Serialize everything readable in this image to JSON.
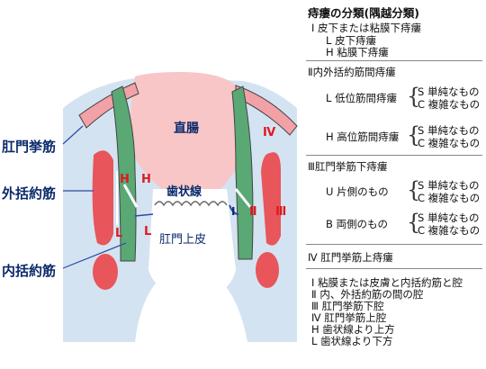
{
  "anatomy": {
    "rectum": "直腸",
    "dentate_line": "歯状線",
    "anoderm": "肛門上皮",
    "levator_ani": "肛門挙筋",
    "external_sphincter": "外括約筋",
    "internal_sphincter": "内括約筋"
  },
  "markers": {
    "H": "H",
    "L": "L",
    "I": "Ⅰ",
    "II": "Ⅱ",
    "III": "Ⅲ",
    "IV": "Ⅳ"
  },
  "classification": {
    "title": "痔瘻の分類(隅越分類)",
    "type1": {
      "label": "Ⅰ 皮下または粘膜下痔瘻",
      "sub": [
        "L 皮下痔瘻",
        "H 粘膜下痔瘻"
      ]
    },
    "type2": {
      "label": "Ⅱ内外括約筋間痔瘻",
      "groups": [
        {
          "label": "L 低位筋間痔瘻",
          "options": [
            "S 単純なもの",
            "C 複雑なもの"
          ]
        },
        {
          "label": "H 高位筋間痔瘻",
          "options": [
            "S 単純なもの",
            "C 複雑なもの"
          ]
        }
      ]
    },
    "type3": {
      "label": "Ⅲ肛門挙筋下痔瘻",
      "groups": [
        {
          "label": "U 片側のもの",
          "options": [
            "S 単純なもの",
            "C 複雑なもの"
          ]
        },
        {
          "label": "B 両側のもの",
          "options": [
            "S 単純なもの",
            "C 複雑なもの"
          ]
        }
      ]
    },
    "type4": {
      "label": "Ⅳ 肛門挙筋上痔瘻"
    },
    "legend": [
      "Ⅰ 粘膜または皮膚と内括約筋と腔",
      "Ⅱ 内、外括約筋の間の腔",
      "Ⅲ 肛門挙筋下腔",
      "Ⅳ 肛門挙筋上腔",
      "H 歯状線より上方",
      "L 歯状線より下方"
    ]
  },
  "colors": {
    "background_tissue": "#d4e3f1",
    "rectum": "#f8c6c6",
    "muscle_red": "#e8555a",
    "sphincter_green": "#5aa874",
    "levator_pink": "#f2a1a6",
    "marker_red": "#e0191f",
    "label_blue": "#0b2a6b"
  }
}
